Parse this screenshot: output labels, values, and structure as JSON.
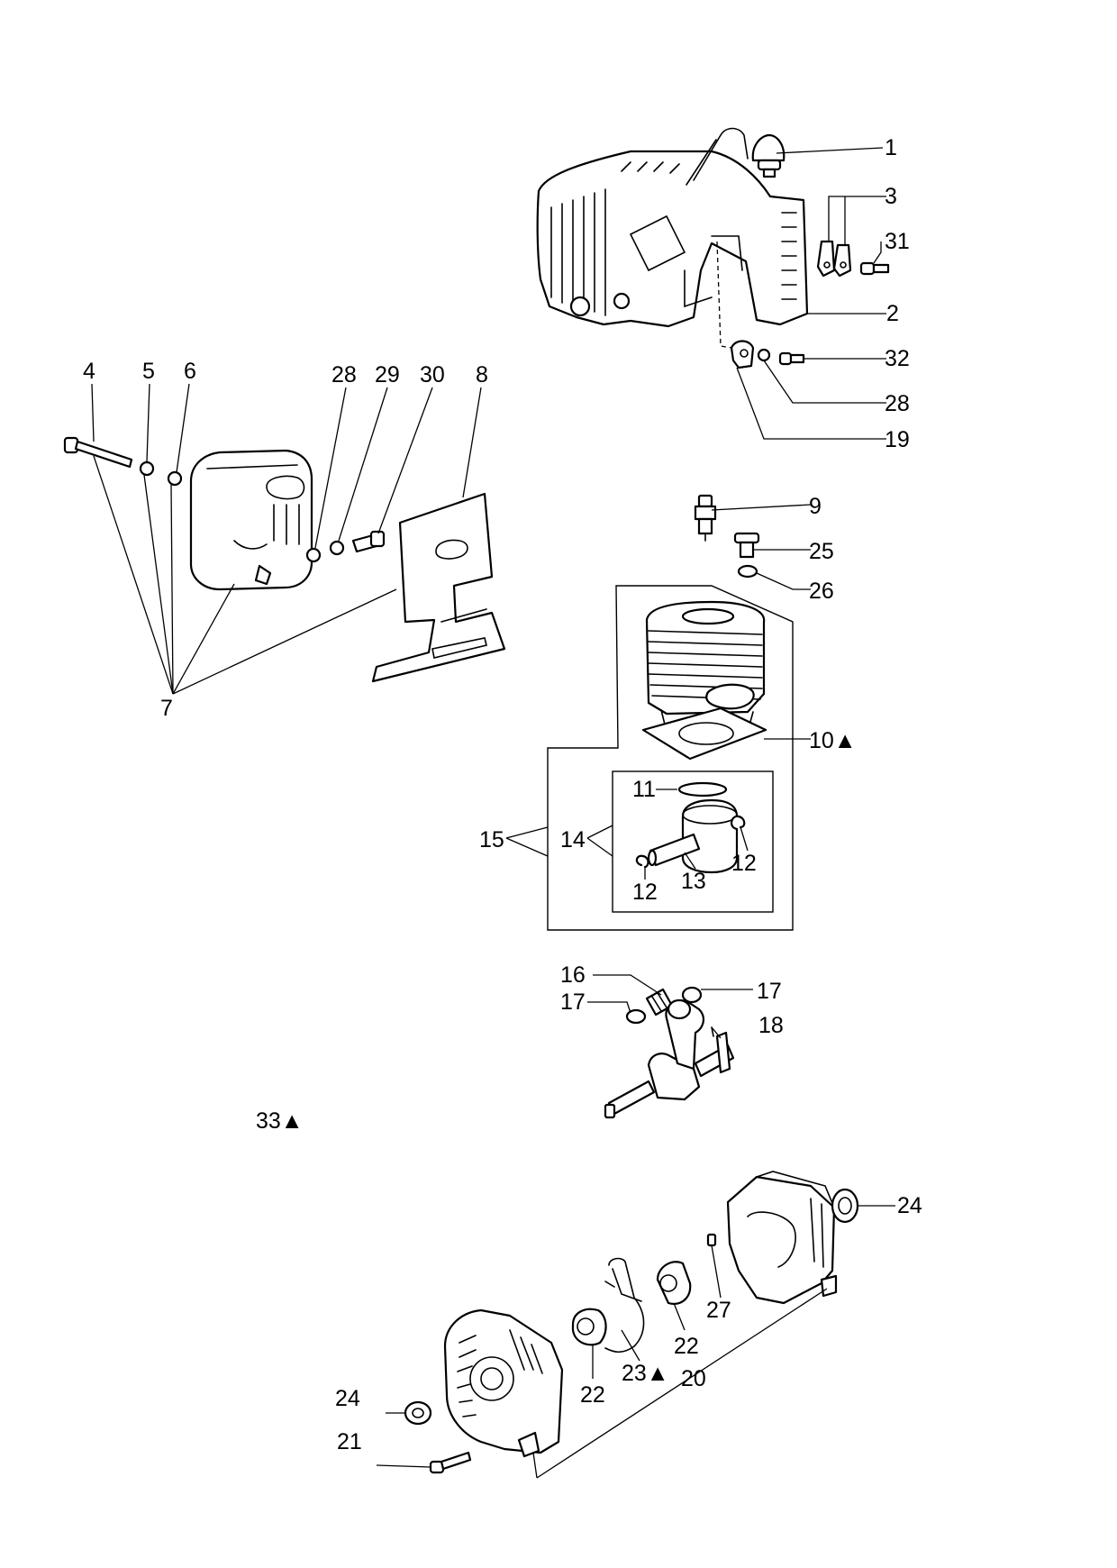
{
  "callouts": [
    {
      "id": "c1",
      "text": "1"
    },
    {
      "id": "c2",
      "text": "2"
    },
    {
      "id": "c3",
      "text": "3"
    },
    {
      "id": "c31",
      "text": "31"
    },
    {
      "id": "c32",
      "text": "32"
    },
    {
      "id": "c28a",
      "text": "28"
    },
    {
      "id": "c19",
      "text": "19"
    },
    {
      "id": "c4",
      "text": "4"
    },
    {
      "id": "c5",
      "text": "5"
    },
    {
      "id": "c6",
      "text": "6"
    },
    {
      "id": "c28b",
      "text": "28"
    },
    {
      "id": "c29",
      "text": "29"
    },
    {
      "id": "c30",
      "text": "30"
    },
    {
      "id": "c8",
      "text": "8"
    },
    {
      "id": "c7",
      "text": "7"
    },
    {
      "id": "c9",
      "text": "9"
    },
    {
      "id": "c25",
      "text": "25"
    },
    {
      "id": "c26",
      "text": "26"
    },
    {
      "id": "c10",
      "text": "10▲"
    },
    {
      "id": "c11",
      "text": "11"
    },
    {
      "id": "c15",
      "text": "15"
    },
    {
      "id": "c14",
      "text": "14"
    },
    {
      "id": "c12a",
      "text": "12"
    },
    {
      "id": "c12b",
      "text": "12"
    },
    {
      "id": "c13",
      "text": "13"
    },
    {
      "id": "c16",
      "text": "16"
    },
    {
      "id": "c17a",
      "text": "17"
    },
    {
      "id": "c17b",
      "text": "17"
    },
    {
      "id": "c18",
      "text": "18"
    },
    {
      "id": "c33",
      "text": "33▲"
    },
    {
      "id": "c24a",
      "text": "24"
    },
    {
      "id": "c27",
      "text": "27"
    },
    {
      "id": "c22a",
      "text": "22"
    },
    {
      "id": "c22b",
      "text": "22"
    },
    {
      "id": "c23",
      "text": "23▲"
    },
    {
      "id": "c20",
      "text": "20"
    },
    {
      "id": "c24b",
      "text": "24"
    },
    {
      "id": "c21",
      "text": "21"
    }
  ],
  "colors": {
    "ink": "#000000",
    "paper": "#ffffff",
    "shade": "#d6d6d6"
  }
}
